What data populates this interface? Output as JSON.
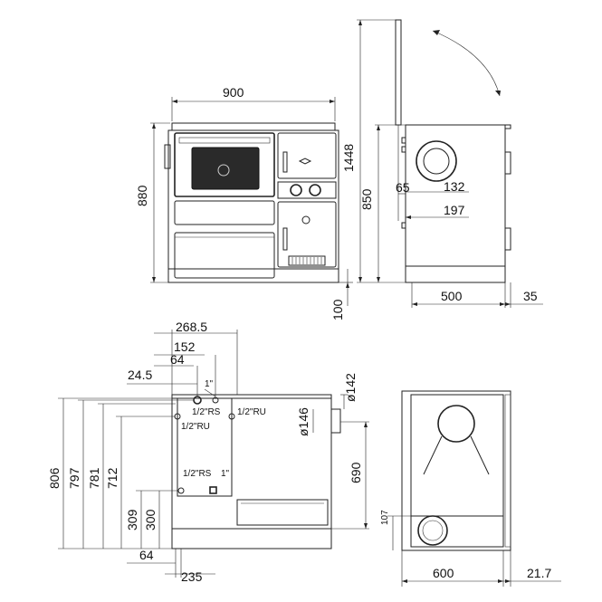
{
  "front_view": {
    "width_label": "900",
    "height_label": "880",
    "plinth_label": "100"
  },
  "side_view": {
    "lid_open_label": "1448",
    "height_label": "850",
    "offset_65": "65",
    "flue_132": "132",
    "flue_197": "197",
    "depth_label": "500",
    "overhang_label": "35"
  },
  "rear_view": {
    "d_268_5": "268.5",
    "d_152": "152",
    "d_64_top": "64",
    "d_24_5": "24.5",
    "thread_1in_top": "1\"",
    "rs_label_top": "1/2\"RS",
    "ru_label_right": "1/2\"RU",
    "ru_label_left": "1/2\"RU",
    "rs_label_bottom": "1/2\"RS",
    "thread_1in_bottom": "1\"",
    "d_806": "806",
    "d_797": "797",
    "d_781": "781",
    "d_712": "712",
    "d_309": "309",
    "d_300": "300",
    "d_64_bottom": "64",
    "d_235": "235",
    "flue_142": "ø142",
    "flue_146": "ø146",
    "d_690": "690"
  },
  "top_view": {
    "d_107": "107",
    "width_label": "600",
    "d_21_7": "21.7"
  }
}
